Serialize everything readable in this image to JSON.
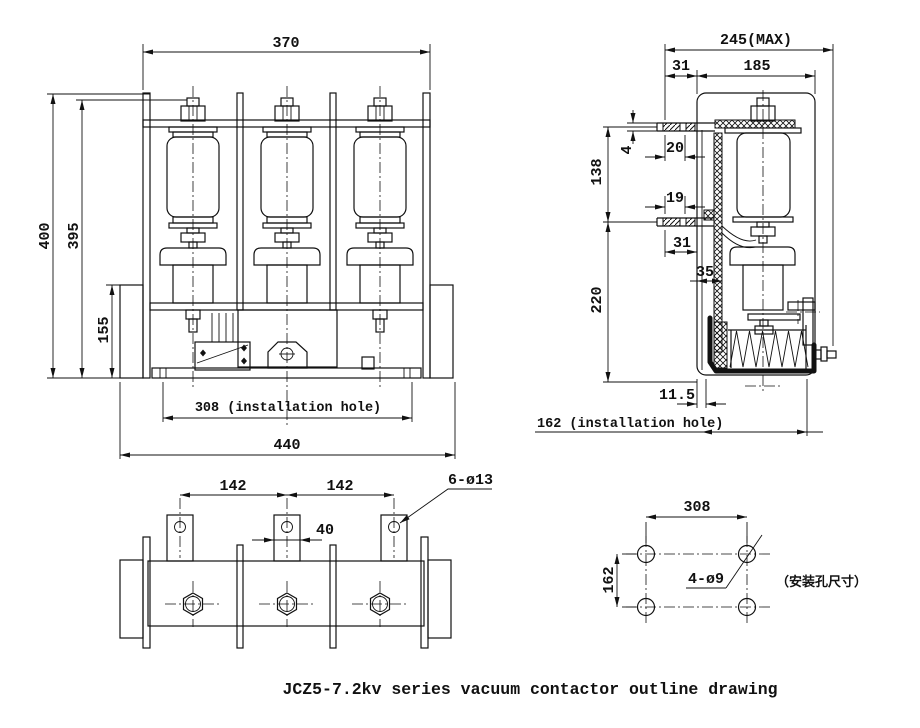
{
  "caption": "JCZ5-7.2kv series vacuum contactor outline drawing",
  "front": {
    "w370": "370",
    "h400": "400",
    "h395": "395",
    "h155": "155",
    "install": "308 (installation hole)",
    "w440": "440"
  },
  "side": {
    "max": "245(MAX)",
    "off31": "31",
    "d185": "185",
    "t4": "4",
    "d20": "20",
    "d138": "138",
    "d19": "19",
    "low31": "31",
    "d35": "35",
    "d220": "220",
    "d115": "11.5",
    "install": "162 (installation hole)"
  },
  "bottom": {
    "p142a": "142",
    "p142b": "142",
    "d40": "40",
    "holes": "6-ø13"
  },
  "mount": {
    "w308": "308",
    "h162": "162",
    "holes": "4-ø9",
    "note": "（安装孔尺寸）"
  }
}
